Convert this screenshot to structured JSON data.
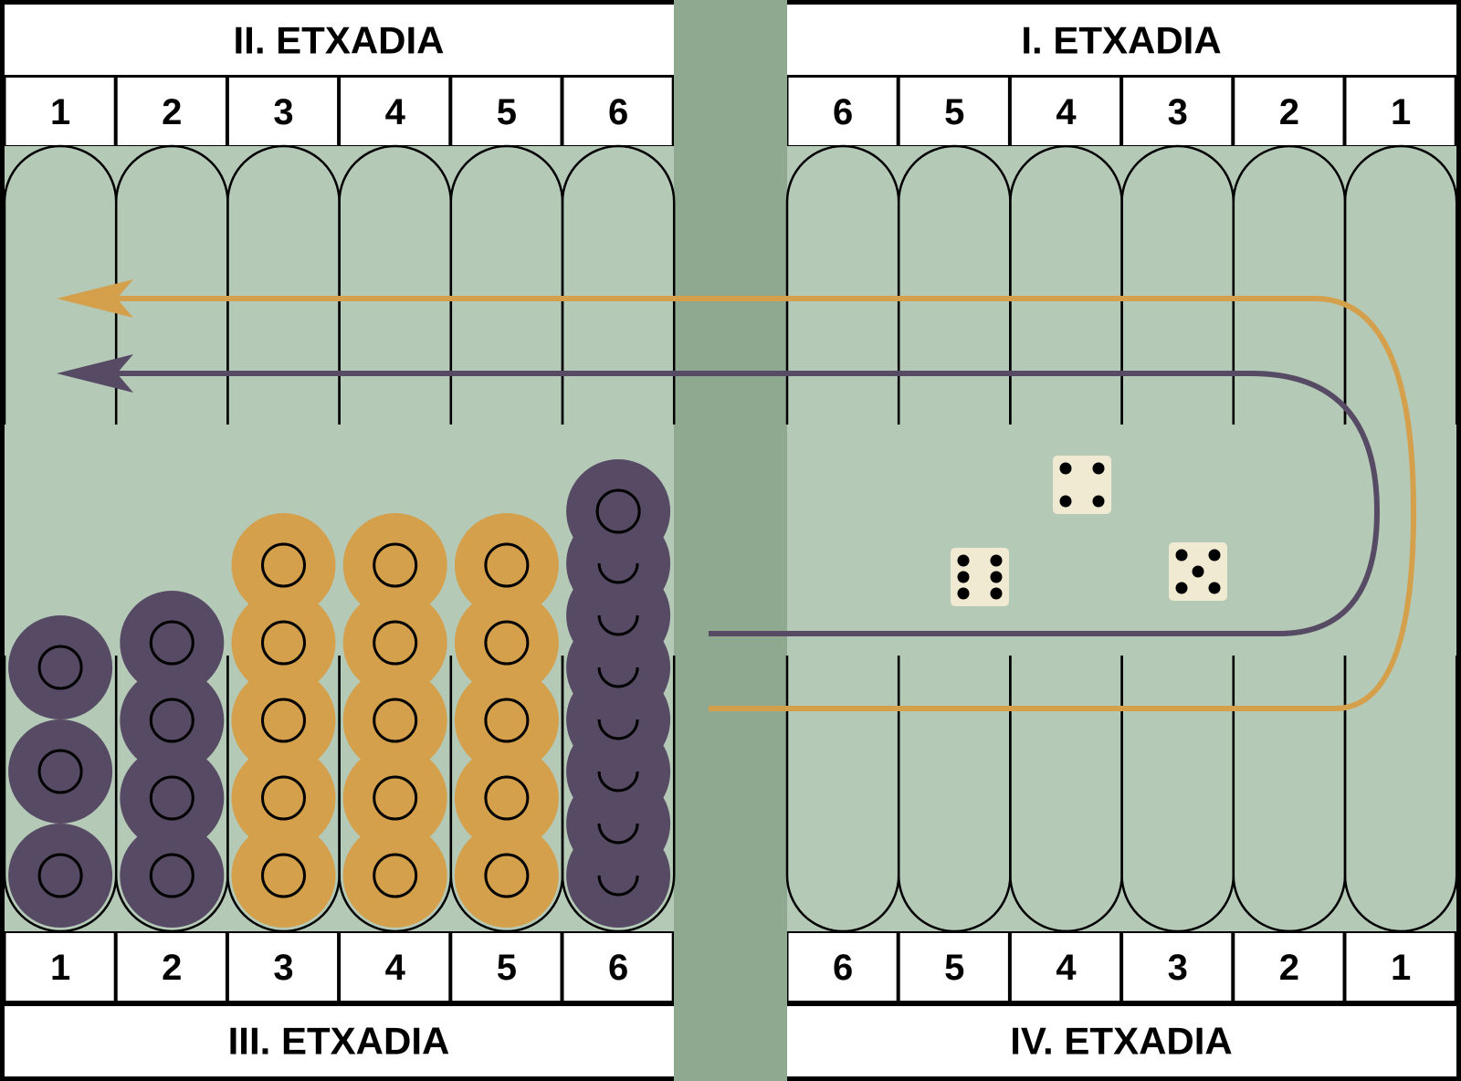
{
  "quadrants": {
    "top_left": "II. ETXADIA",
    "top_right": "I. ETXADIA",
    "bottom_left": "III. ETXADIA",
    "bottom_right": "IV. ETXADIA"
  },
  "numbers": {
    "top_left": [
      "1",
      "2",
      "3",
      "4",
      "5",
      "6"
    ],
    "top_right": [
      "6",
      "5",
      "4",
      "3",
      "2",
      "1"
    ],
    "bottom_left": [
      "1",
      "2",
      "3",
      "4",
      "5",
      "6"
    ],
    "bottom_right": [
      "6",
      "5",
      "4",
      "3",
      "2",
      "1"
    ]
  },
  "checkers": [
    {
      "point": 1,
      "color": "purple",
      "count": 3
    },
    {
      "point": 2,
      "color": "purple",
      "count": 4
    },
    {
      "point": 3,
      "color": "orange",
      "count": 5
    },
    {
      "point": 4,
      "color": "orange",
      "count": 5
    },
    {
      "point": 5,
      "color": "orange",
      "count": 5
    },
    {
      "point": 6,
      "color": "purple",
      "count": 8
    }
  ],
  "dice": [
    4,
    6,
    5
  ],
  "colors": {
    "board": "#b5c9b7",
    "bar": "#8fa990",
    "purple_checker": "#564a64",
    "orange_checker": "#d4a04c",
    "purple_path": "#564a64",
    "orange_path": "#d4a04c",
    "die_face": "#f0ead2"
  }
}
